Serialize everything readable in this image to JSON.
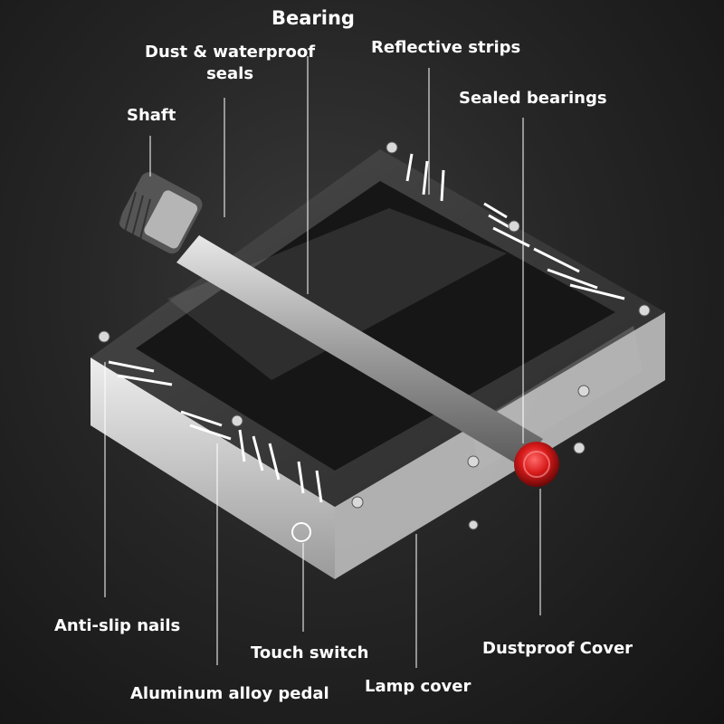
{
  "image": {
    "subject": "bicycle-pedal-diagram",
    "background_color": "#1c1c1c",
    "accent_color": "#c01818"
  },
  "callouts": {
    "bearing": "Bearing",
    "dust_seals_line1": "Dust & waterproof",
    "dust_seals_line2": "seals",
    "reflective_strips": "Reflective strips",
    "sealed_bearings": "Sealed bearings",
    "shaft": "Shaft",
    "anti_slip_nails": "Anti-slip nails",
    "touch_switch": "Touch switch",
    "dustproof_cover": "Dustproof Cover",
    "aluminum_alloy_pedal": "Aluminum alloy pedal",
    "lamp_cover": "Lamp cover"
  }
}
